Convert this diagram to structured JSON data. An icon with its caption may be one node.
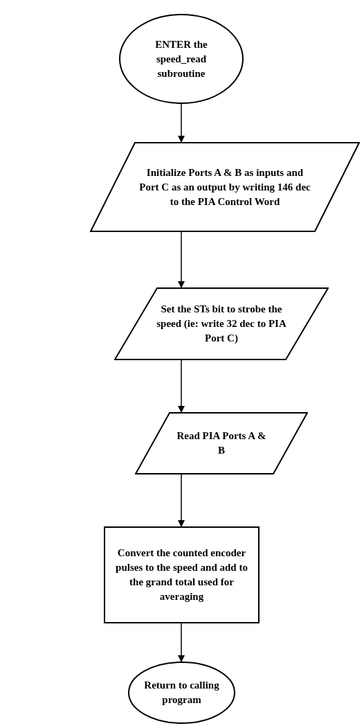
{
  "diagram": {
    "nodes": [
      {
        "text": [
          "ENTER the speed_read subroutine"
        ]
      },
      {
        "text": [
          "Initialize Ports A & B as inputs and Port C as an output by writing 146 dec to the PIA Control Word"
        ]
      },
      {
        "text": [
          "Set the STs bit to strobe the speed (ie: write 32 dec to PIA Port C)"
        ]
      },
      {
        "text": [
          "Read PIA Ports A & B"
        ]
      },
      {
        "text": [
          "Convert the counted encoder pulses to the speed and add to the grand total used for averaging"
        ]
      },
      {
        "text": [
          "Return to calling program"
        ]
      }
    ],
    "edges": [
      {
        "from": 0,
        "to": 1,
        "arrow": "to"
      },
      {
        "from": 1,
        "to": 2,
        "arrow": "to"
      },
      {
        "from": 2,
        "to": 3,
        "arrow": "to"
      },
      {
        "from": 3,
        "to": 4,
        "arrow": "to"
      },
      {
        "from": 4,
        "to": 5,
        "arrow": "to"
      }
    ]
  }
}
